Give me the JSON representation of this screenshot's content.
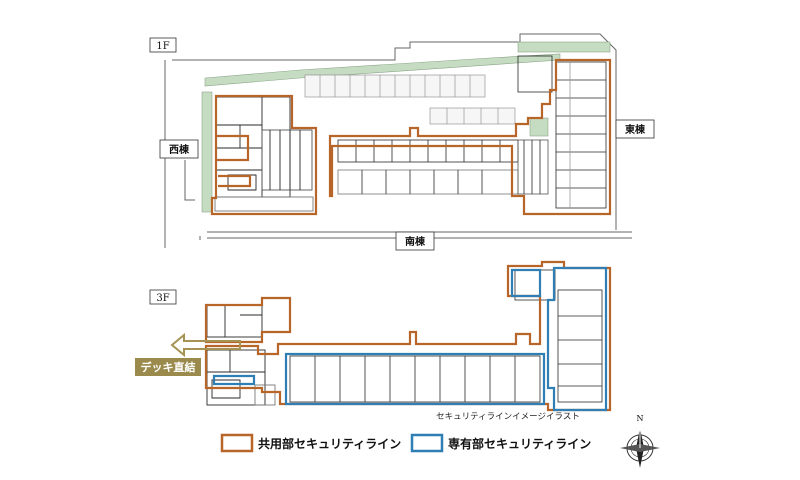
{
  "floors": {
    "first": {
      "label": "1F"
    },
    "third": {
      "label": "3F"
    }
  },
  "buildings": {
    "west": "西棟",
    "east": "東棟",
    "south": "南棟"
  },
  "deck_access": {
    "label": "デッキ直結"
  },
  "caption": "セキュリティラインイメージイラスト",
  "legend": {
    "common": {
      "label": "共用部セキュリティライン",
      "color": "#b8652a"
    },
    "private": {
      "label": "専有部セキュリティライン",
      "color": "#2f7fb5"
    }
  },
  "compass": {
    "north": "N"
  },
  "colors": {
    "plan_line": "#555555",
    "wall": "#2a2a2a",
    "green": "#c6dcc2",
    "deck_badge": "#9a8a4c",
    "deck_arrow": "#a59354"
  }
}
